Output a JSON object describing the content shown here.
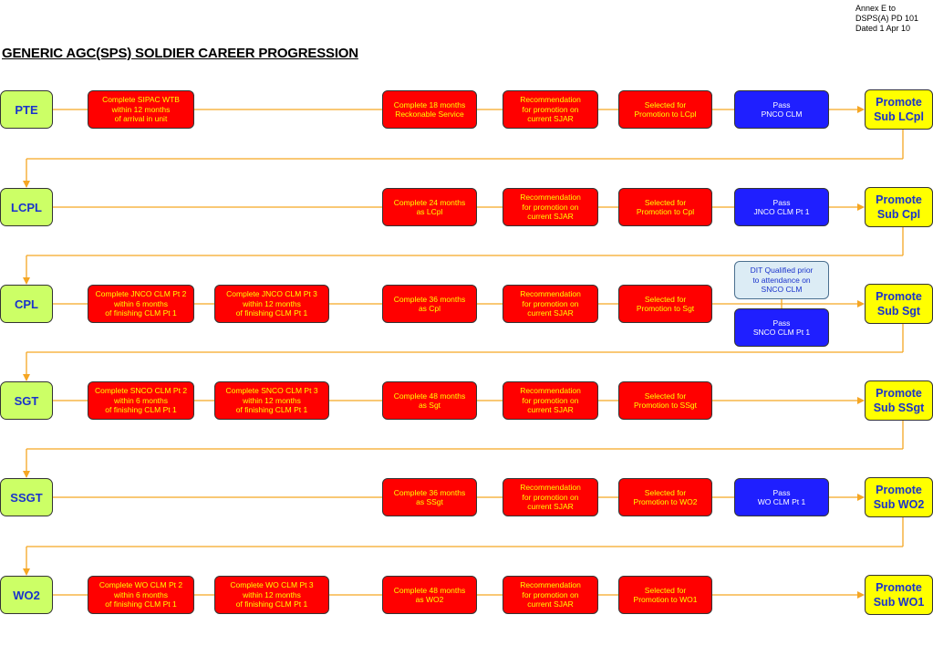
{
  "annex": {
    "line1": "Annex E to",
    "line2": "DSPS(A) PD 101",
    "line3": "Dated 1 Apr 10"
  },
  "title": "GENERIC AGC(SPS) SOLDIER CAREER PROGRESSION",
  "colors": {
    "rank_fill": "#ccff66",
    "rank_text": "#1a33cc",
    "req_fill": "#ff0000",
    "req_text": "#ffff00",
    "course_fill": "#1f1fff",
    "promote_fill": "#ffff00",
    "note_fill": "#dcecf5",
    "arrow": "#f5a623"
  },
  "rows": [
    {
      "rank": "PTE",
      "courses": [
        "Complete SIPAC WTB\nwithin 12 months\nof arrival in unit"
      ],
      "service": "Complete 18 months\nReckonable Service",
      "recommendation": "Recommendation\nfor promotion on\ncurrent SJAR",
      "selection": "Selected for\nPromotion to LCpl",
      "pass": "Pass\nPNCO CLM",
      "promote": "Promote\nSub LCpl"
    },
    {
      "rank": "LCPL",
      "courses": [],
      "service": "Complete 24 months\nas LCpl",
      "recommendation": "Recommendation\nfor promotion on\ncurrent SJAR",
      "selection": "Selected for\nPromotion to Cpl",
      "pass": "Pass\nJNCO CLM Pt 1",
      "promote": "Promote\nSub Cpl"
    },
    {
      "rank": "CPL",
      "courses": [
        "Complete JNCO CLM Pt 2\nwithin 6 months\nof finishing CLM Pt 1",
        "Complete JNCO CLM Pt 3\nwithin 12 months\nof finishing CLM Pt 1"
      ],
      "service": "Complete 36 months\nas Cpl",
      "recommendation": "Recommendation\nfor promotion on\ncurrent SJAR",
      "selection": "Selected for\nPromotion to Sgt",
      "pass": "Pass\nSNCO CLM Pt 1",
      "note": "DIT Qualified prior\nto attendance on\nSNCO CLM",
      "promote": "Promote\nSub Sgt"
    },
    {
      "rank": "SGT",
      "courses": [
        "Complete SNCO CLM Pt 2\nwithin 6 months\nof finishing CLM Pt 1",
        "Complete SNCO CLM Pt 3\nwithin 12 months\nof finishing CLM Pt 1"
      ],
      "service": "Complete 48 months\nas Sgt",
      "recommendation": "Recommendation\nfor promotion on\ncurrent SJAR",
      "selection": "Selected for\nPromotion to SSgt",
      "promote": "Promote\nSub SSgt"
    },
    {
      "rank": "SSGT",
      "courses": [],
      "service": "Complete 36 months\nas SSgt",
      "recommendation": "Recommendation\nfor promotion on\ncurrent SJAR",
      "selection": "Selected for\nPromotion to WO2",
      "pass": "Pass\nWO CLM Pt 1",
      "promote": "Promote\nSub WO2"
    },
    {
      "rank": "WO2",
      "courses": [
        "Complete WO CLM Pt 2\nwithin 6 months\nof finishing CLM Pt 1",
        "Complete WO CLM Pt 3\nwithin 12 months\nof finishing CLM Pt 1"
      ],
      "service": "Complete 48 months\nas WO2",
      "recommendation": "Recommendation\nfor promotion on\ncurrent SJAR",
      "selection": "Selected for\nPromotion to WO1",
      "promote": "Promote\nSub WO1"
    }
  ]
}
